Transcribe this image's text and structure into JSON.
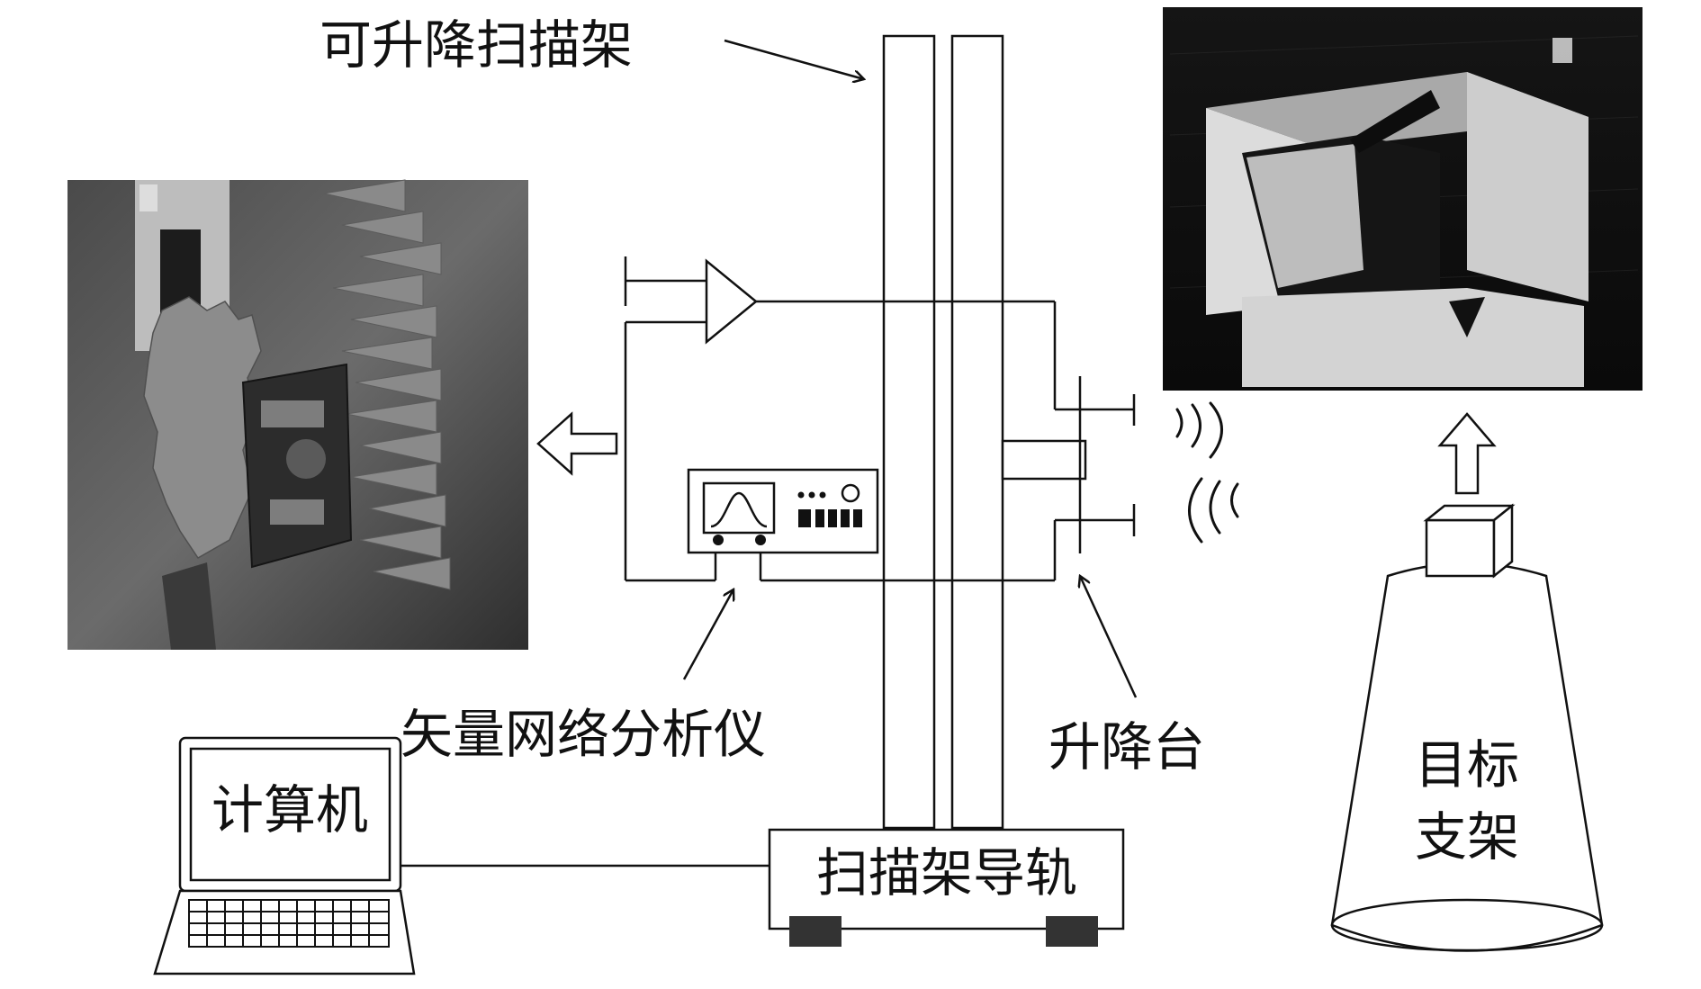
{
  "labels": {
    "lift_scan_frame": "可升降扫描架",
    "vna": "矢量网络分析仪",
    "computer": "计算机",
    "rail": "扫描架导轨",
    "lift_platform": "升降台",
    "target_stand_line1": "目标",
    "target_stand_line2": "支架"
  },
  "colors": {
    "line": "#111111",
    "photo_dark": "#2a2a2a",
    "photo_mid": "#6e6e6e",
    "photo_light": "#cfcfcf",
    "rail_wheel": "#333333"
  }
}
